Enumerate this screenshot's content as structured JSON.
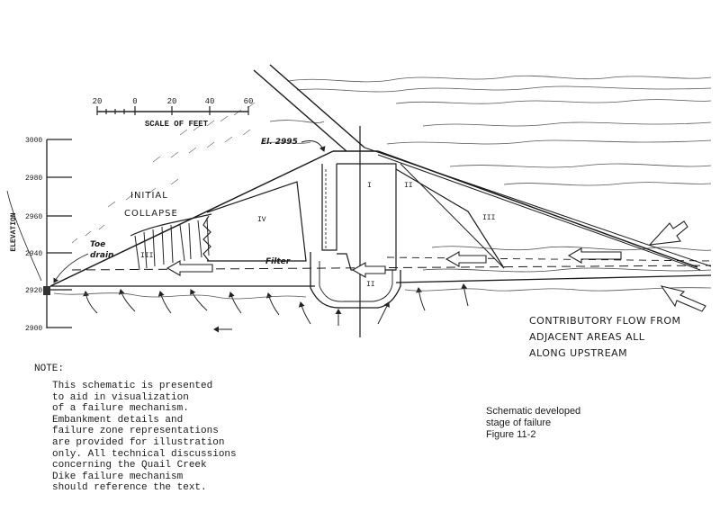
{
  "scale": {
    "title": "SCALE OF FEET",
    "ticks": [
      "20",
      "0",
      "20",
      "40",
      "60"
    ]
  },
  "elevation_axis": {
    "label": "ELEVATION",
    "ticks": [
      "3000",
      "2980",
      "2960",
      "2940",
      "2920",
      "2900"
    ]
  },
  "labels": {
    "crest_elevation": "El. 2995",
    "initial_collapse_line1": "INITIAL",
    "initial_collapse_line2": "COLLAPSE",
    "toe_drain_line1": "Toe",
    "toe_drain_line2": "drain",
    "filter": "Filter",
    "zone_i": "I",
    "zone_ii": "II",
    "zone_ii_lower": "II",
    "zone_iii_left": "III",
    "zone_iii_right": "III",
    "zone_iv": "IV",
    "contributory_line1": "CONTRIBUTORY FLOW FROM",
    "contributory_line2": "ADJACENT AREAS ALL",
    "contributory_line3": "ALONG UPSTREAM"
  },
  "note": {
    "heading": "NOTE:",
    "body": "This schematic is presented\nto aid in visualization\nof a failure mechanism.\nEmbankment details and\nfailure zone representations\nare provided for illustration\nonly.  All technical discussions\nconcerning the Quail Creek\nDike failure mechanism\nshould reference the text."
  },
  "caption": {
    "text": "Schematic developed\nstage of failure\nFigure 11-2"
  }
}
